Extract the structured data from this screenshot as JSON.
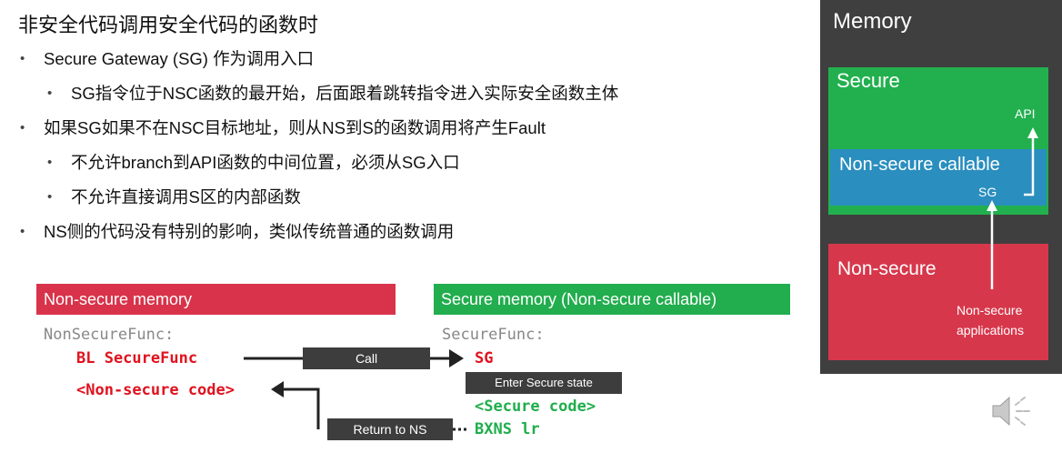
{
  "slide": {
    "title": "非安全代码调用安全代码的函数时",
    "bullets": [
      {
        "level": 1,
        "text": "Secure Gateway (SG) 作为调用入口"
      },
      {
        "level": 2,
        "text": "SG指令位于NSC函数的最开始，后面跟着跳转指令进入实际安全函数主体"
      },
      {
        "level": 1,
        "text": "如果SG如果不在NSC目标地址，则从NS到S的函数调用将产生Fault"
      },
      {
        "level": 2,
        "text": "不允许branch到API函数的中间位置，必须从SG入口"
      },
      {
        "level": 2,
        "text": "不允许直接调用S区的内部函数"
      },
      {
        "level": 1,
        "text": "NS侧的代码没有特别的影响，类似传统普通的函数调用"
      }
    ]
  },
  "diagram": {
    "ns_header": "Non-secure memory",
    "s_header": "Secure memory (Non-secure callable)",
    "ns_func": "NonSecureFunc:",
    "ns_bl": "BL SecureFunc",
    "ns_code": "<Non-secure code>",
    "s_func": "SecureFunc:",
    "s_sg": "SG",
    "s_code": "<Secure code>",
    "s_bxns": "BXNS lr",
    "call_label": "Call",
    "enter_label": "Enter Secure state",
    "return_label": "Return to NS"
  },
  "memory_panel": {
    "title": "Memory",
    "secure": "Secure",
    "api": "API",
    "nsc": "Non-secure callable",
    "sg": "SG",
    "nonsecure": "Non-secure",
    "apps_line1": "Non-secure",
    "apps_line2": "applications"
  },
  "colors": {
    "red": "#d8334a",
    "green": "#22ad4e",
    "blue": "#2a8ebf",
    "dark": "#3d3d3d"
  },
  "icons": {
    "speaker": "speaker-icon"
  }
}
